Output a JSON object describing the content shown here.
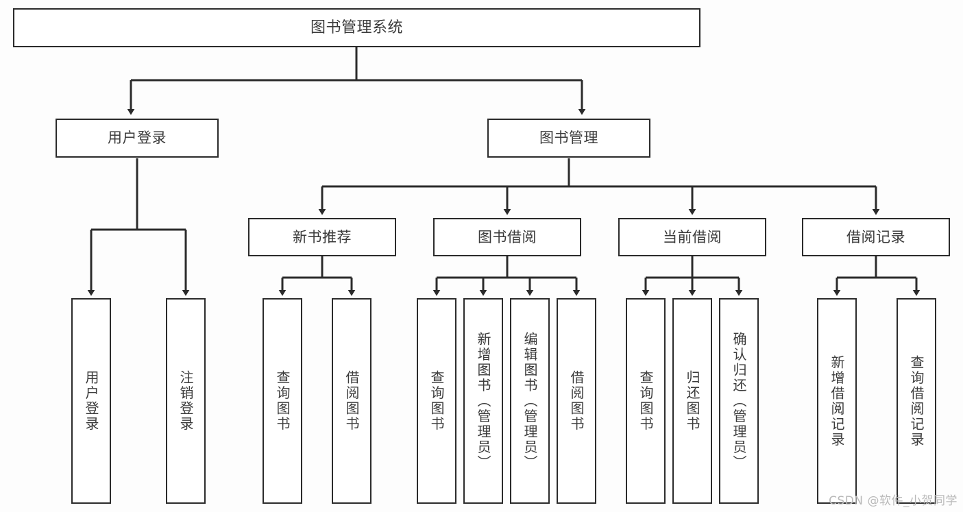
{
  "diagram": {
    "title": "图书管理系统",
    "type": "tree-hierarchy",
    "stroke_color": "#2b2b2b",
    "text_color": "#3b3b3b",
    "background_color": "#fdfdfd",
    "root": {
      "id": "root",
      "label": "图书管理系统"
    },
    "level1": [
      {
        "id": "user-login",
        "label": "用户登录"
      },
      {
        "id": "book-manage",
        "label": "图书管理"
      }
    ],
    "level2": [
      {
        "id": "new-book-rec",
        "label": "新书推荐",
        "parent": "book-manage"
      },
      {
        "id": "book-borrow",
        "label": "图书借阅",
        "parent": "book-manage"
      },
      {
        "id": "current-borrow",
        "label": "当前借阅",
        "parent": "book-manage"
      },
      {
        "id": "borrow-record",
        "label": "借阅记录",
        "parent": "book-manage"
      }
    ],
    "leaves": {
      "user-login": [
        {
          "id": "leaf-user-login",
          "label": "用户登录"
        },
        {
          "id": "leaf-logout",
          "label": "注销登录"
        }
      ],
      "new-book-rec": [
        {
          "id": "leaf-query-book-1",
          "label": "查询图书"
        },
        {
          "id": "leaf-borrow-book-1",
          "label": "借阅图书"
        }
      ],
      "book-borrow": [
        {
          "id": "leaf-query-book-2",
          "label": "查询图书"
        },
        {
          "id": "leaf-add-book",
          "label": "新增图书（管理员）"
        },
        {
          "id": "leaf-edit-book",
          "label": "编辑图书（管理员）"
        },
        {
          "id": "leaf-borrow-book-2",
          "label": "借阅图书"
        }
      ],
      "current-borrow": [
        {
          "id": "leaf-query-book-3",
          "label": "查询图书"
        },
        {
          "id": "leaf-return-book",
          "label": "归还图书"
        },
        {
          "id": "leaf-confirm-return",
          "label": "确认归还（管理员）"
        }
      ],
      "borrow-record": [
        {
          "id": "leaf-add-record",
          "label": "新增借阅记录"
        },
        {
          "id": "leaf-query-record",
          "label": "查询借阅记录"
        }
      ]
    }
  },
  "watermark": {
    "text": "CSDN @软件_小贺同学"
  }
}
